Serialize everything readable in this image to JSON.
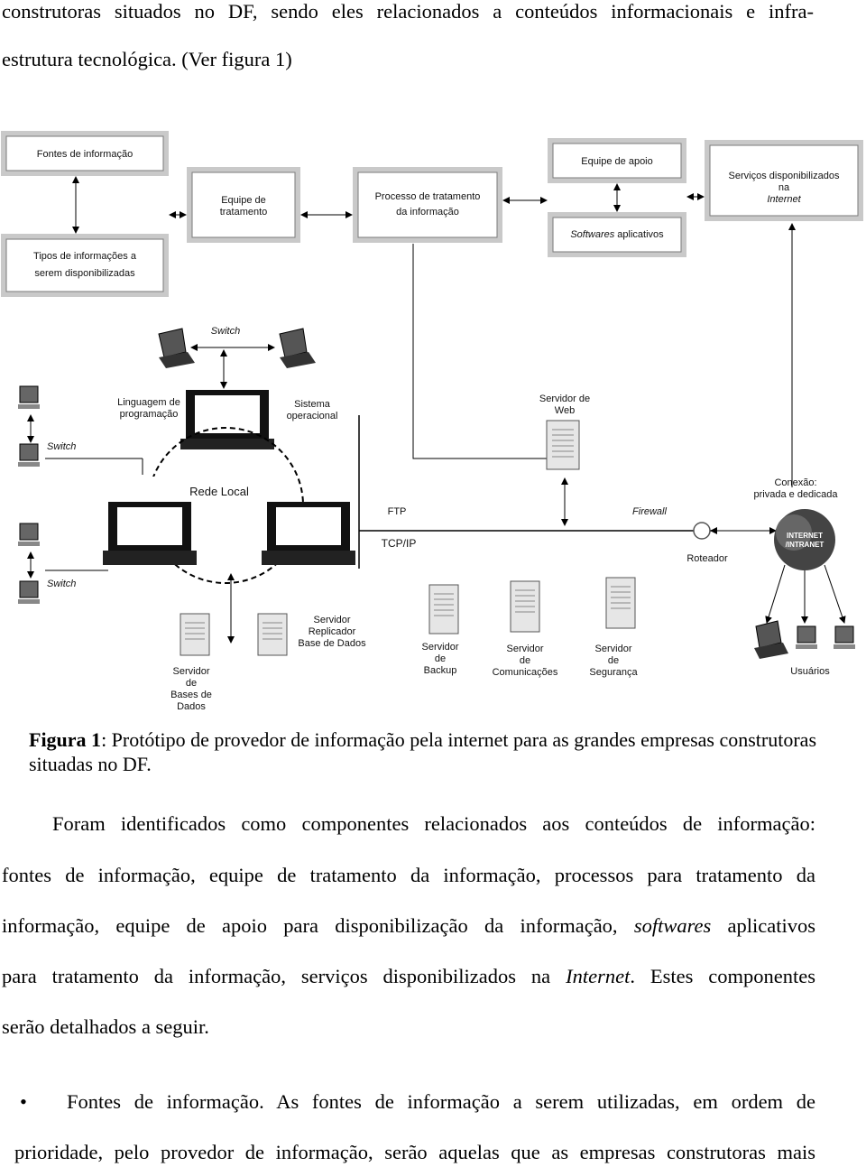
{
  "top_text": {
    "line1": "construtoras situados no DF, sendo eles relacionados a conteúdos informacionais e infra-",
    "line2": "estrutura tecnológica. (Ver figura 1)"
  },
  "diagram": {
    "boxes": {
      "fontes": "Fontes de informação",
      "tipos_1": "Tipos de informações a",
      "tipos_2": "serem disponibilizadas",
      "equipe_trat_1": "Equipe de",
      "equipe_trat_2": "tratamento",
      "processo_1": "Processo de tratamento",
      "processo_2": "da informação",
      "equipe_apoio": "Equipe de apoio",
      "softwares_em": "Softwares",
      "softwares_rest": " aplicativos",
      "servicos_1": "Serviços disponibilizados",
      "servicos_2": "na",
      "servicos_3": "Internet"
    },
    "labels": {
      "switch_top": "Switch",
      "linguagem_1": "Linguagem de",
      "linguagem_2": "programação",
      "sistema_1": "Sistema",
      "sistema_2": "operacional",
      "servidor_web_1": "Servidor de",
      "servidor_web_2": "Web",
      "switch_left_1": "Switch",
      "rede_local": "Rede Local",
      "ftp": "FTP",
      "firewall": "Firewall",
      "conexao_1": "Conexão:",
      "conexao_2": "privada e dedicada",
      "tcpip": "TCP/IP",
      "roteador": "Roteador",
      "internet_1": "INTERNET",
      "internet_2": "/INTRANET",
      "switch_left_2": "Switch",
      "replicador_1": "Servidor",
      "replicador_2": "Replicador",
      "replicador_3": "Base de Dados",
      "backup_1": "Servidor",
      "backup_2": "de",
      "backup_3": "Backup",
      "comunic_1": "Servidor",
      "comunic_2": "de",
      "comunic_3": "Comunicações",
      "seguranca_1": "Servidor",
      "seguranca_2": "de",
      "seguranca_3": "Segurança",
      "usuarios": "Usuários",
      "bases_1": "Servidor",
      "bases_2": "de",
      "bases_3": "Bases de",
      "bases_4": "Dados"
    }
  },
  "caption": {
    "label": "Figura 1",
    "text": ": Protótipo de provedor de informação pela internet para as grandes empresas construtoras situadas no DF."
  },
  "paragraph": {
    "l1": "Foram identificados como componentes relacionados aos conteúdos de informação:",
    "l2": "fontes de informação, equipe de tratamento da informação, processos para tratamento da",
    "l3a": "informação, equipe de apoio para disponibilização da informação, ",
    "l3em": "softwares",
    "l3b": " aplicativos",
    "l4a": "para tratamento da informação, serviços disponibilizados na ",
    "l4em": "Internet",
    "l4b": ". Estes componentes",
    "l5": "serão detalhados a seguir."
  },
  "bullet": {
    "symbol": "•",
    "l1": "Fontes de informação. As fontes de informação a serem utilizadas, em ordem de",
    "l2": "prioridade, pelo provedor de informação, serão aquelas que as empresas construtoras mais"
  }
}
